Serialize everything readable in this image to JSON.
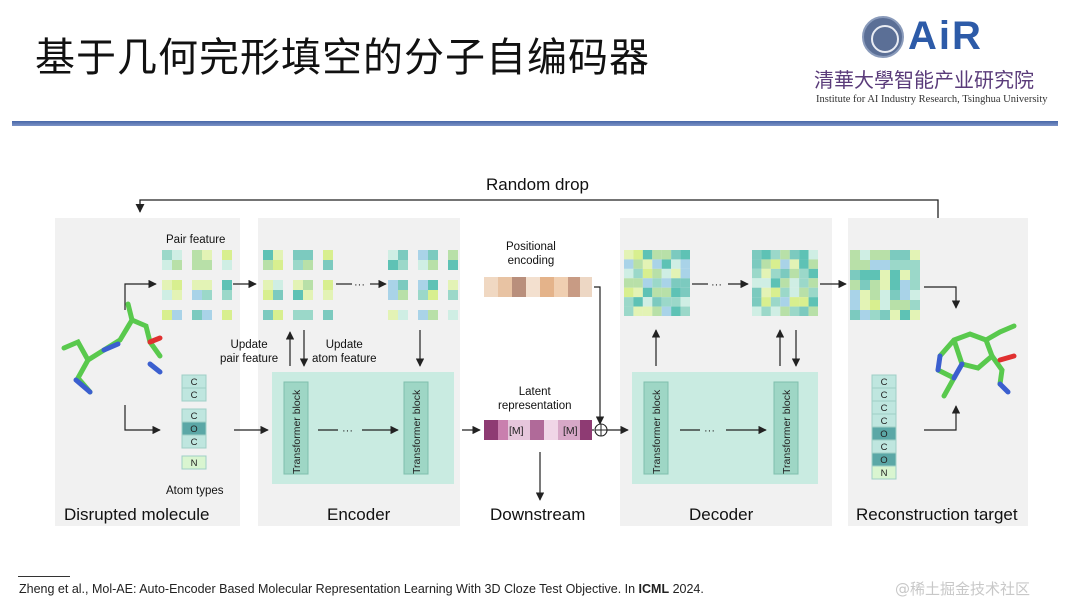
{
  "slide": {
    "title": "基于几何完形填空的分子自编码器",
    "logo": {
      "text": "AiR",
      "chinese_name": "清華大學智能产业研究院",
      "english_name": "Institute for AI Industry Research, Tsinghua University"
    }
  },
  "diagram": {
    "top_arrow_label": "Random drop",
    "stages": [
      "Disrupted molecule",
      "Encoder",
      "Downstream",
      "Decoder",
      "Reconstruction target"
    ],
    "pair_feature_label": "Pair feature",
    "atom_types_label": "Atom types",
    "update_pair_label": "Update\npair feature",
    "update_atom_label": "Update\natom feature",
    "positional_encoding_label": "Positional\nencoding",
    "latent_representation_label": "Latent\nrepresentation",
    "transformer_block_label": "Transformer block",
    "ellipsis": "···",
    "mask_token": "[M]",
    "input_atoms": [
      "C",
      "C",
      "",
      "C",
      "O",
      "C",
      "",
      "N"
    ],
    "target_atoms": [
      "C",
      "C",
      "C",
      "C",
      "O",
      "C",
      "O",
      "N"
    ]
  },
  "footer": {
    "citation_text": "Zheng et al., Mol-AE: Auto-Encoder Based Molecular Representation Learning With 3D Cloze Test Objective.  In ",
    "citation_venue": "ICML",
    "citation_year": " 2024.",
    "watermark": "@稀土掘金技术社区"
  },
  "colors": {
    "accent_blue": "#4867a8",
    "encoder_green": "#c9ebe1",
    "atom_teal": "#5ba7a6",
    "latent_purple": "#8e3b73",
    "pos_orange": "#e4b38a"
  }
}
